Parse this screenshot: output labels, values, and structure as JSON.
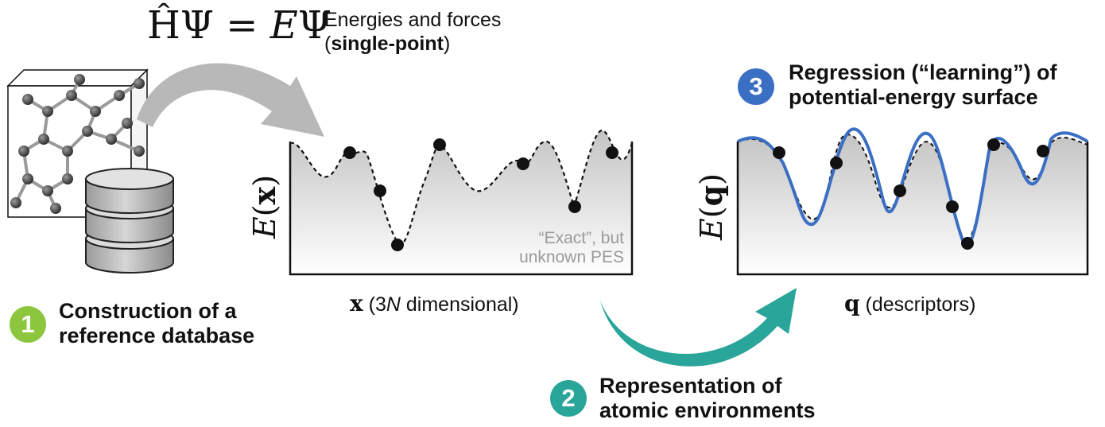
{
  "equation": {
    "h": "Ĥ",
    "psi": "Ψ",
    "eq": " = ",
    "E": "E",
    "psi2": "Ψ"
  },
  "forces": {
    "line1": "Energies and forces",
    "open": "(",
    "bold": "single-point",
    "close": ")"
  },
  "step1": {
    "number": "1",
    "line1": "Construction of a",
    "line2": "reference database",
    "color": "#8cc63f"
  },
  "step2": {
    "number": "2",
    "line1": "Representation of",
    "line2": "atomic environments",
    "color": "#2aa59a"
  },
  "step3": {
    "number": "3",
    "line1": "Regression (“learning”) of",
    "line2": "potential-energy surface",
    "color": "#3a6fc4"
  },
  "plot_left": {
    "ylabel": {
      "E": "E",
      "open": "(",
      "var": "x",
      "close": ")"
    },
    "xlabel": {
      "var": "x",
      "open": " (3",
      "N": "N",
      "rest": " dimensional)"
    },
    "note": {
      "line1": "“Exact”, but",
      "line2": "unknown PES"
    }
  },
  "plot_right": {
    "ylabel": {
      "E": "E",
      "open": "(",
      "var": "q",
      "close": ")"
    },
    "xlabel": {
      "var": "q",
      "rest": " (descriptors)"
    }
  },
  "colors": {
    "fit_curve": "#3b6fc4",
    "arrow_gray": "#b8b8b8",
    "arrow_teal": "#2aa59a",
    "box_fill_top": "#c9c9c9"
  },
  "icons": [
    "crystal-structure-icon",
    "database-icon",
    "curved-arrow-icon"
  ]
}
